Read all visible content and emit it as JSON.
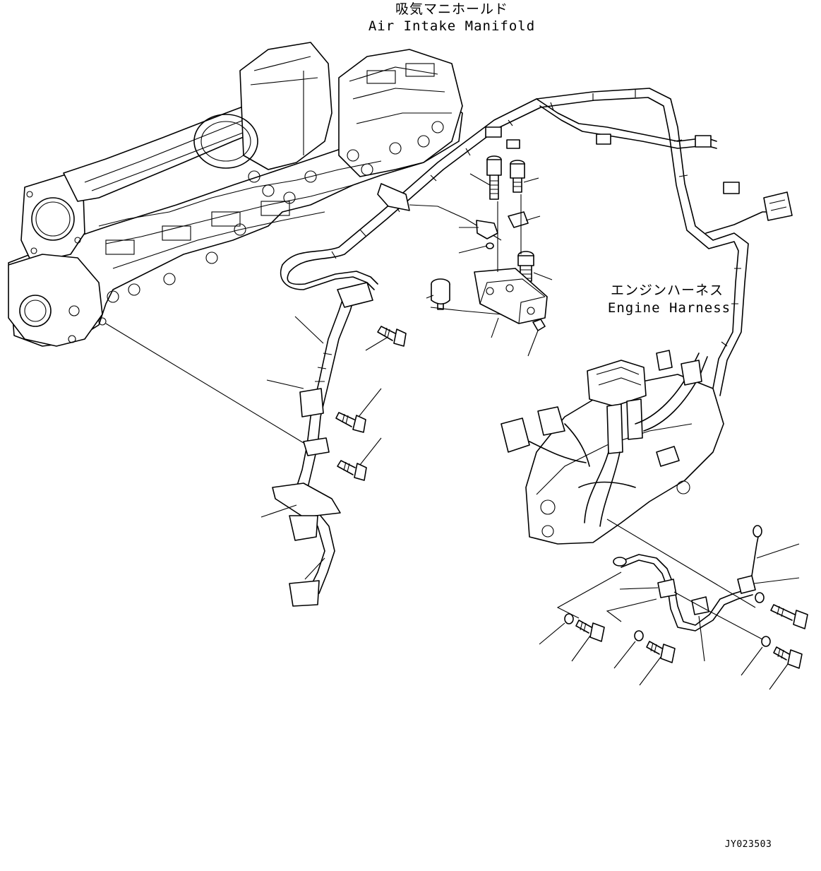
{
  "labels": {
    "manifold_jp": "吸気マニホールド",
    "manifold_en": "Air Intake Manifold",
    "harness_jp": "エンジンハーネス",
    "harness_en": "Engine Harness"
  },
  "drawing_code": "JY023503"
}
